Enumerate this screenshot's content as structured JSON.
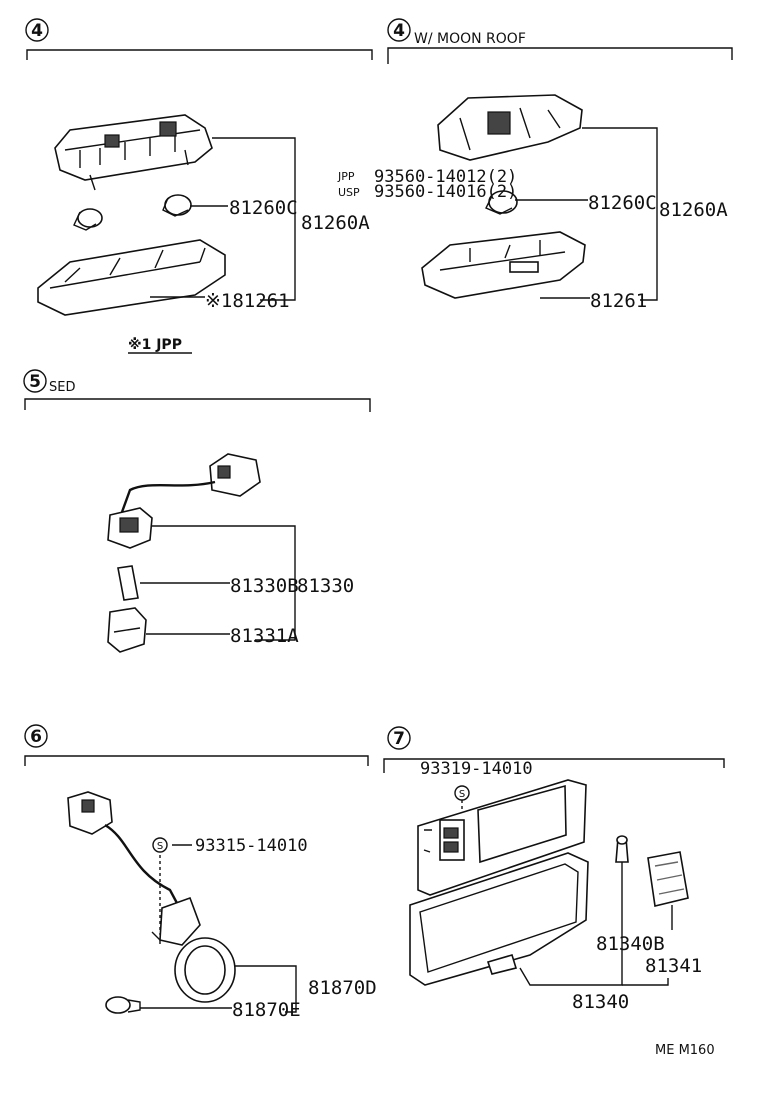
{
  "sections": [
    {
      "number": "4",
      "title": ""
    },
    {
      "number": "4",
      "title": "W/ MOON  ROOF"
    },
    {
      "number": "5",
      "title": "SED"
    },
    {
      "number": "6",
      "title": ""
    },
    {
      "number": "7",
      "title": ""
    }
  ],
  "labels": {
    "s4a": {
      "p1": "81260C",
      "p2": "81260A",
      "p3": "※181261",
      "note": "※1 JPP"
    },
    "s4b": {
      "jpp_tag": "JPP",
      "jpp_part": "93560-14012(2)",
      "usp_tag": "USP",
      "usp_part": "93560-14016(2)",
      "p1": "81260C",
      "p2": "81260A",
      "p3": "81261"
    },
    "s5": {
      "p1": "81330B",
      "p2": "81330",
      "p3": "81331A"
    },
    "s6": {
      "screw": "S",
      "p1": "93315-14010",
      "p2": "81870D",
      "p3": "81870E"
    },
    "s7": {
      "screw": "S",
      "p1": "93319-14010",
      "p2": "81340B",
      "p3": "81341",
      "p4": "81340"
    }
  },
  "footer": "ME  M160"
}
